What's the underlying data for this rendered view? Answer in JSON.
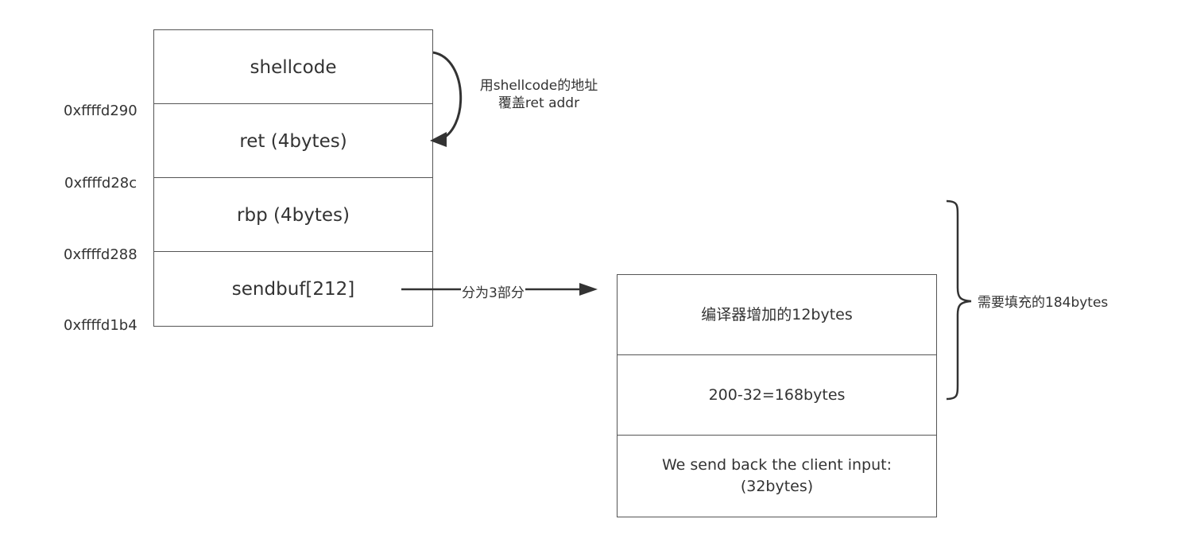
{
  "stack": {
    "cells": [
      {
        "label": "shellcode"
      },
      {
        "label": "ret (4bytes)"
      },
      {
        "label": "rbp (4bytes)"
      },
      {
        "label": "sendbuf[212]"
      }
    ],
    "addresses": [
      {
        "label": "0xffffd290"
      },
      {
        "label": "0xffffd28c"
      },
      {
        "label": "0xffffd288"
      },
      {
        "label": "0xffffd1b4"
      }
    ]
  },
  "overwrite_note": {
    "line1": "用shellcode的地址",
    "line2": "覆盖ret addr"
  },
  "split_arrow": {
    "label": "分为3部分"
  },
  "sendbuf_parts": {
    "cells": [
      {
        "label": "编译器增加的12bytes"
      },
      {
        "label": "200-32=168bytes"
      },
      {
        "label": "We send back the client input:\n(32bytes)"
      }
    ]
  },
  "padding_brace": {
    "label": "需要填充的184bytes"
  },
  "colors": {
    "stroke": "#333333",
    "border": "#555555",
    "text": "#333333",
    "background": "#ffffff"
  }
}
